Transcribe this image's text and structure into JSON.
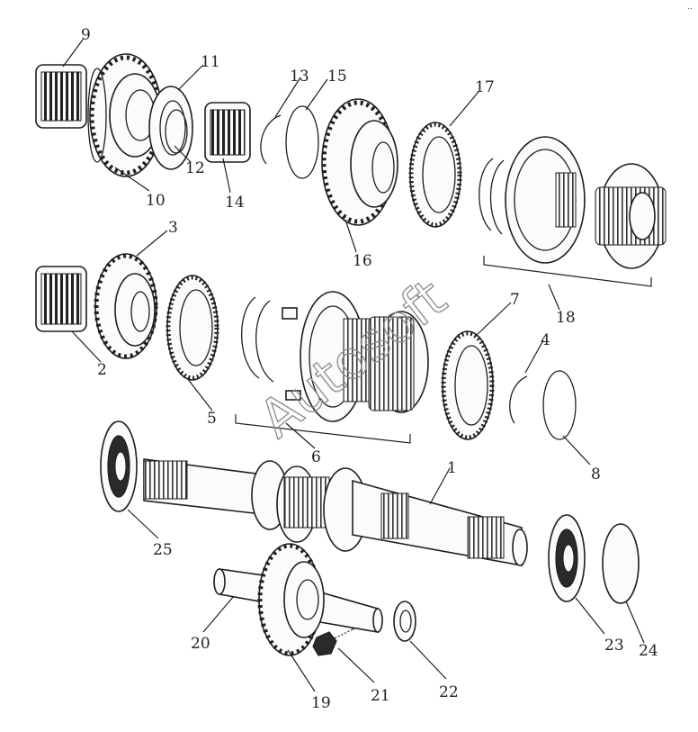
{
  "diagram": {
    "watermark": "Autosoft",
    "corner_mark": "..",
    "callouts": [
      "1",
      "2",
      "3",
      "4",
      "5",
      "6",
      "7",
      "8",
      "9",
      "10",
      "11",
      "12",
      "13",
      "14",
      "15",
      "16",
      "17",
      "18",
      "19",
      "20",
      "21",
      "22",
      "23",
      "24",
      "25"
    ]
  }
}
